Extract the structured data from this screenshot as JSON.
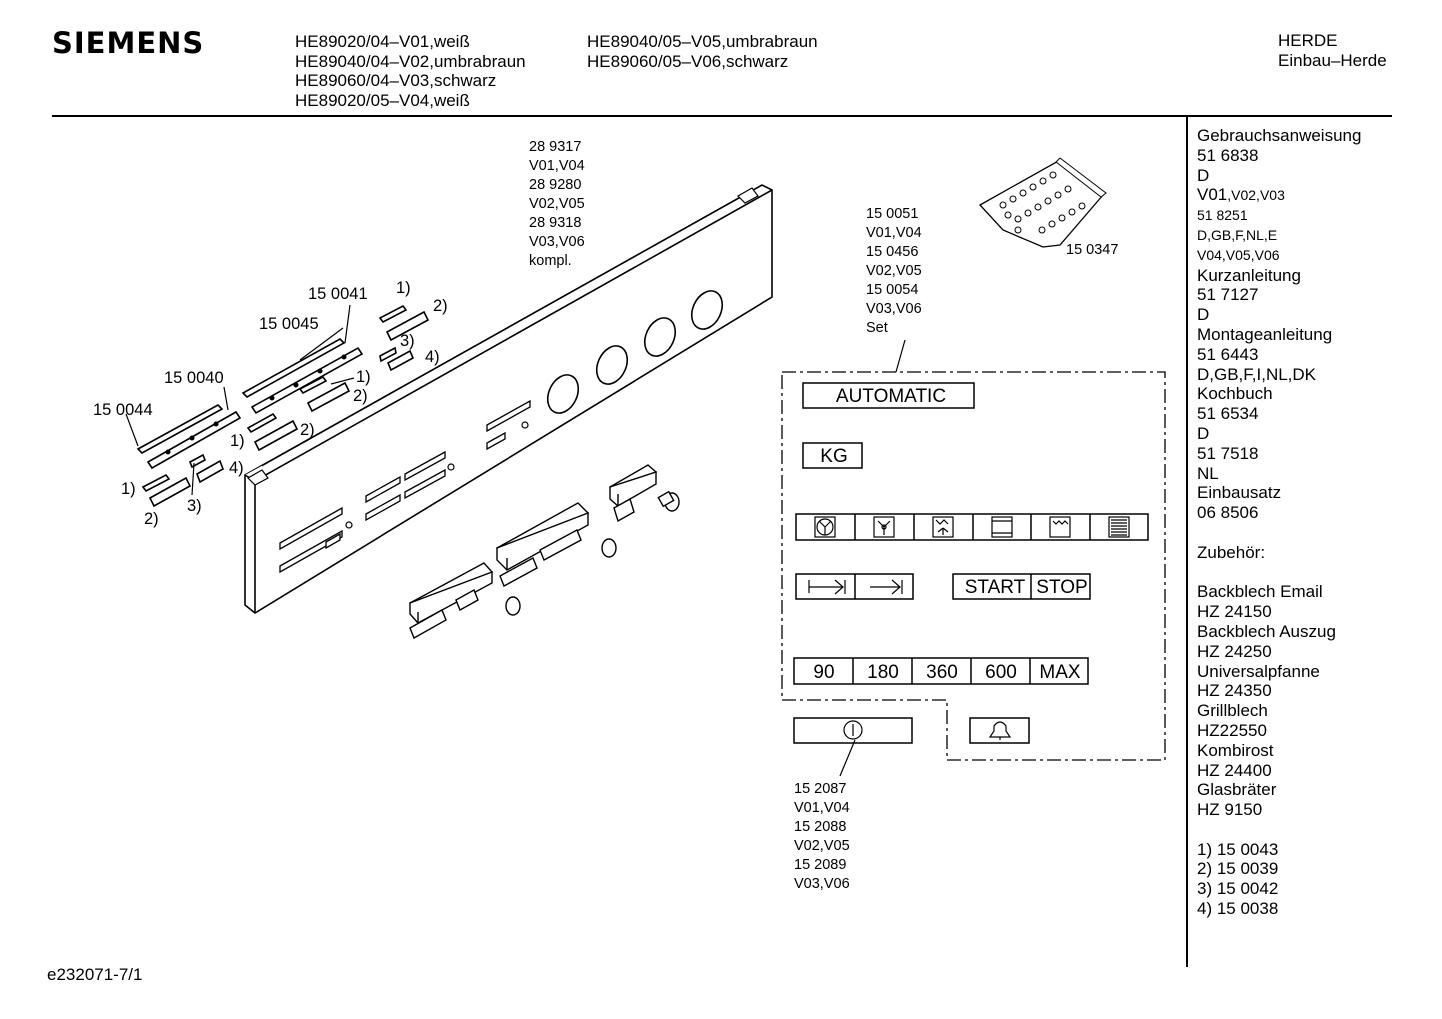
{
  "header": {
    "logo": "SIEMENS",
    "models_col1": [
      "HE89020/04–V01,weiß",
      "HE89040/04–V02,umbrabraun",
      "HE89060/04–V03,schwarz",
      "HE89020/05–V04,weiß"
    ],
    "models_col2": [
      "HE89040/05–V05,umbrabraun",
      "HE89060/05–V06,schwarz"
    ],
    "category": "HERDE",
    "subcategory": "Einbau–Herde"
  },
  "parts": {
    "panel": [
      "28 9317",
      "V01,V04",
      "28 9280",
      "V02,V05",
      "28 9318",
      "V03,V06",
      "kompl."
    ],
    "set": [
      "15 0051",
      "V01,V04",
      "15 0456",
      "V02,V05",
      "15 0054",
      "V03,V06",
      "Set"
    ],
    "screw_bag": "15 0347",
    "bottom_knob": [
      "15 2087",
      "V01,V04",
      "15 2088",
      "V02,V05",
      "15 2089",
      "V03,V06"
    ],
    "strip_0041": "15 0041",
    "strip_0045": "15 0045",
    "strip_0040": "15 0040",
    "strip_0044": "15 0044"
  },
  "callouts": {
    "c1": "1)",
    "c2": "2)",
    "c3": "3)",
    "c4": "4)"
  },
  "panel_labels": {
    "automatic": "AUTOMATIC",
    "kg": "KG",
    "start": "START",
    "stop": "STOP",
    "times": [
      "90",
      "180",
      "360",
      "600",
      "MAX"
    ]
  },
  "right_panel": {
    "l1": "Gebrauchsanweisung",
    "l2": "51 6838",
    "l3": "D",
    "l4a": "V01",
    "l4b": ",V02,V03",
    "l5": "51 8251",
    "l6": "D,GB,F,NL,E",
    "l7": "V04,V05,V06",
    "l8": "Kurzanleitung",
    "l9": "51 7127",
    "l10": "D",
    "l11": "Montageanleitung",
    "l12": "51 6443",
    "l13": "D,GB,F,I,NL,DK",
    "l14": "Kochbuch",
    "l15": "51 6534",
    "l16": "D",
    "l17": "51 7518",
    "l18": "NL",
    "l19": "Einbausatz",
    "l20": "06 8506",
    "l21": "Zubehör:",
    "l22": "Backblech Email",
    "l23": "HZ 24150",
    "l24": "Backblech Auszug",
    "l25": "HZ 24250",
    "l26": "Universalpfanne",
    "l27": "HZ 24350",
    "l28": "Grillblech",
    "l29": "HZ22550",
    "l30": "Kombirost",
    "l31": "HZ 24400",
    "l32": "Glasbräter",
    "l33": "HZ 9150",
    "n1": "1) 15 0043",
    "n2": "2) 15 0039",
    "n3": "3) 15 0042",
    "n4": "4) 15 0038"
  },
  "footer": {
    "code": "e232071-7/1"
  }
}
